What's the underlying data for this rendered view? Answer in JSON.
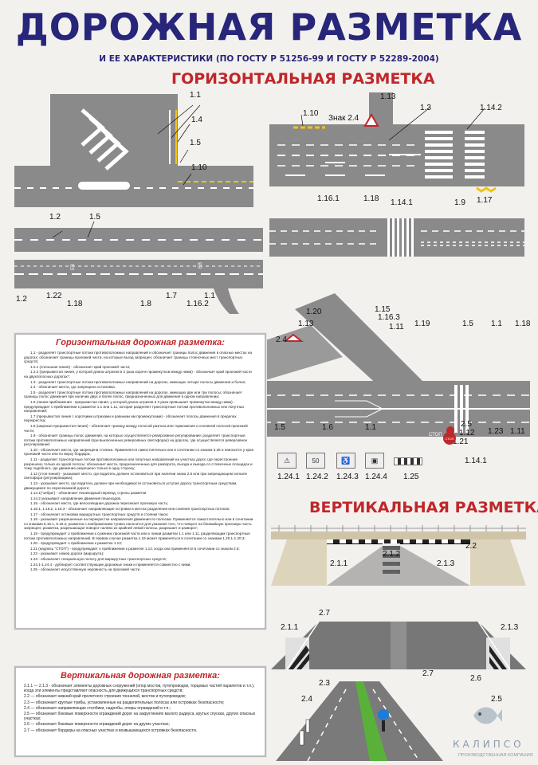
{
  "header": {
    "title": "ДОРОЖНАЯ РАЗМЕТКА",
    "subtitle": "И ЕЕ ХАРАКТЕРИСТИКИ (ПО ГОСТУ Р 51256-99 И ГОСТУ Р 52289-2004)"
  },
  "sections": {
    "horizontal": "ГОРИЗОНТАЛЬНАЯ РАЗМЕТКА",
    "vertical": "ВЕРТИКАЛЬНАЯ РАЗМЕТКА"
  },
  "labels": {
    "d1": [
      "1.1",
      "1.4",
      "1.5",
      "1.10"
    ],
    "d2": [
      "1.13",
      "1.10",
      "Знак 2.4",
      "1.3",
      "1.14.2",
      "1.16.1",
      "1.18",
      "1.17"
    ],
    "d3": [
      "1.2",
      "1.5",
      "1.2",
      "1.22",
      "1.18",
      "1.8",
      "1.7",
      "1.16.2",
      "1.1"
    ],
    "d4": [
      "1.14.1",
      "1.9"
    ],
    "d5": [
      "1.20",
      "1.15",
      "1.16.3",
      "1.13",
      "2.4",
      "1.11",
      "1.19",
      "1.5",
      "1.1",
      "1.18",
      "1.5",
      "1.6",
      "1.1",
      "2.5",
      "1.12",
      "1.21",
      "1.23",
      "1.11",
      "1.14.1"
    ],
    "signs": [
      "1.24.1",
      "1.24.2",
      "1.24.3",
      "1.24.4",
      "1.25"
    ],
    "sign_texts": [
      "50",
      "СТОП"
    ],
    "v1": [
      "2.2",
      "2.1.2",
      "2.1.1",
      "2.1.3"
    ],
    "v2": [
      "2.7",
      "2.1.1",
      "2.1.3"
    ],
    "v3": [
      "2.7",
      "2.3",
      "2.4",
      "2.6",
      "2.5"
    ],
    "road_words": [
      "СТОП",
      "ЕВ",
      "ЕВ"
    ]
  },
  "horizontal_box": {
    "title": "Горизонтальная дорожная разметка:",
    "items": [
      "1.1 - разделяет транспортные потоки противоположных направлений и обозначает границы полос движения в опасных местах на дорогах; обозначает границы проезжей части, на которые въезд запрещен; обозначает границы стояночных мест транспортных средств;",
      "1.2.1 (сплошная линия) - обозначает край проезжей части;",
      "1.2.2 (прерывистая линия, у которой длина штрихов в 2 раза короче промежутков между ними) - обозначает край проезжей части на двухполосных дорогах*;",
      "1.3 - разделяет транспортные потоки противоположных направлений на дорогах, имеющих четыре полосы движения и более;",
      "1.4 - обозначает места, где запрещена остановка.",
      "1.5 - разделяет транспортные потоки противоположных направлений на дорогах, имеющих две или три полосы; обозначает границы полос движения при наличии двух и более полос, предназначенных для движения в одном направлении;",
      "1.6 (линия приближения - прерывистая линия, у которой длина штрихов в 3 раза превышает промежутки между ними) - предупреждает о приближении к разметке 1.1 или 1.11, которая разделяет транспортные потоки противоположных или попутных направлений;",
      "1.7 (прерывистая линия с короткими штрихами и равными им промежутками) - обозначает полосы движения в пределах перекрестка;",
      "1.8 (широкая прерывистая линия) - обозначает границу между полосой разгона или торможения и основной полосой проезжей части;",
      "1.9 - обозначает границы полос движения, на которых осуществляется реверсивное регулирование; разделяет транспортные потоки противоположных направлений (при выключенных реверсивных светофорах) на дорогах, где осуществляется реверсивное регулирование;",
      "1.10 - обозначает места, где запрещена стоянка. Применяется самостоятельно или в сочетании со знаком 3.28 и наносится у края проезжей части или по верху бордюра;",
      "1.11 - разделяет транспортные потоки противоположных или попутных направлений на участках дорог, где перестроение разрешено только из одной полосы; обозначает места, предназначенные для разворота, въезда и выезда со стояночных площадок и тому подобного, где движение разрешено только в одну сторону;",
      "1.12 (стоп-линия) - указывает место, где водитель должен остановиться при наличии знака 2.5 или при запрещающем сигнале светофора (регулировщика);",
      "1.13 - указывает место, где водитель должен при необходимости остановиться уступая дорогу транспортным средствам, движущимся по пересекаемой дороге;",
      "1.14.1(\"зебра\") - обозначает пешеходный переход; стрелы разметки",
      "1.14.2 указывают направление движения пешеходов.",
      "1.15 - обозначает место, где велосипедная дорожка пересекает проезжую часть;",
      "1.16.1, 1.16.2, 1.16.3 - обозначает направляющие островки в местах разделения или слияния транспортных потоков;",
      "1.17 - обозначает остановки маршрутных транспортных средств и стоянки такси;",
      "1.18 - указывает разрешенные на перекрестке направления движения по полосам. Применяется самостоятельно или в сочетании со знаками 5.15.1, 5.15.2; разметка с изображением тупика наносится для указания того, что поворот на ближайшую проезжую часть запрещен; разметка, разрешающая поворот налево из крайней левой полосы, разрешает и разворот;",
      "1.19 - предупреждает о приближении к сужению проезжей части или к линии разметки 1.1 или 1.11, разделяющим транспортные потоки противоположных направлений. В первом случае разметка 1.19 может применяться в сочетании со знаками 1.20.1-1.20.3;",
      "1.20 - предупреждает о приближении к разметке 1.13;",
      "1.21 (надпись \"СТОП\") - предупреждает о приближении к разметке 1.12, когда она применяется в сочетании со знаком 2.5;",
      "1.22 - указывает номер дороги (маршрута);",
      "1.23 - обозначает специальную полосу для маршрутных транспортных средств;",
      "1.24.1-1.24.4 - дублирует соответствующие дорожные знаки и применяется совместно с ними;",
      "1.25 - обозначает искусственную неровность на проезжей части"
    ]
  },
  "vertical_box": {
    "title": "Вертикальная дорожная разметка:",
    "items": [
      "2.1.1 — 2.1.3 - обозначает элементы дорожных сооружений (опор мостов, путепроводов, торцевых частей парапетов и т.п.), когда эти элементы представляют опасность для движущихся транспортных средств;",
      "2.2 — обозначает нижний край пролетного строения тоннелей, мостов и путепроводов;",
      "2.3 — обозначает круглые тумбы, установленные на разделительных полосах или островках безопасности;",
      "2.4 — обозначает направляющие столбики, надолбы, опоры ограждений и т.п.;",
      "2.5 — обозначает боковые поверхности ограждений дорог на закруглениях малого радиуса, крутых спусках, других опасных участках;",
      "2.6 — обозначает боковые поверхности ограждений дорог на других участках;",
      "2.7 — обозначает бордюры на опасных участках и возвышающихся островках безопасности."
    ]
  },
  "logo": {
    "name": "КАЛИПСО",
    "tagline": "ПРОИЗВОДСТВЕННАЯ КОМПАНИЯ"
  },
  "colors": {
    "title": "#27267a",
    "section": "#c0262a",
    "road": "#8a8a8a",
    "marking_yellow": "#f2c40f",
    "grass": "#5ab13a"
  }
}
